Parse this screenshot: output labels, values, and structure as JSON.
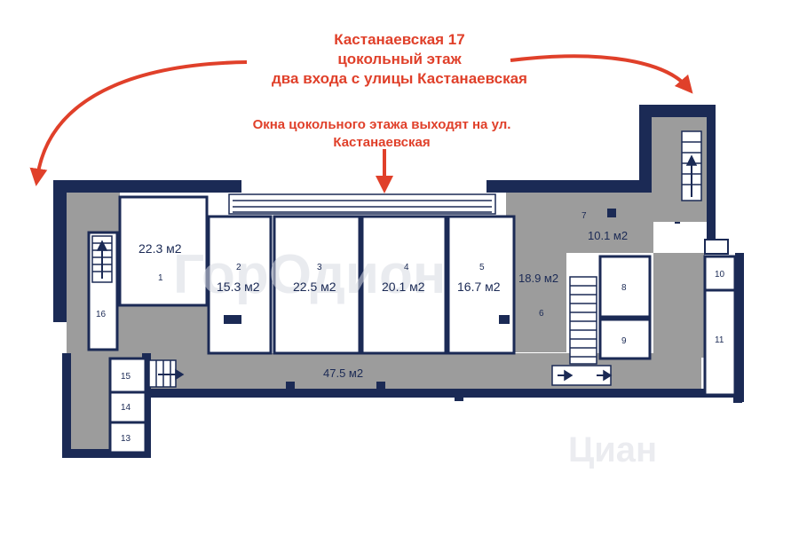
{
  "header": {
    "line1": "Кастанаевская 17",
    "line2": "цокольный этаж",
    "line3": "два входа с улицы Кастанаевская"
  },
  "windows_note": {
    "line1": "Окна цокольного этажа выходят на ул.",
    "line2": "Кастанаевская"
  },
  "rooms": {
    "r1": {
      "num": "1",
      "area": "22.3 м2"
    },
    "r2": {
      "num": "2",
      "area": "15.3 м2"
    },
    "r3": {
      "num": "3",
      "area": "22.5 м2"
    },
    "r4": {
      "num": "4",
      "area": "20.1 м2"
    },
    "r5": {
      "num": "5",
      "area": "16.7 м2"
    },
    "r6": {
      "num": "6",
      "area": "18.9 м2"
    },
    "r7": {
      "num": "7",
      "area": "10.1 м2"
    },
    "r8": {
      "num": "8"
    },
    "r9": {
      "num": "9"
    },
    "r10": {
      "num": "10"
    },
    "r11": {
      "num": "11"
    },
    "r13": {
      "num": "13"
    },
    "r14": {
      "num": "14"
    },
    "r15": {
      "num": "15"
    },
    "r16": {
      "num": "16"
    },
    "corridor": {
      "area": "47.5 м2"
    }
  },
  "watermarks": {
    "left": "ГорОдион",
    "right": "Циан"
  },
  "colors": {
    "wall": "#1b2a55",
    "floor": "#9c9c9c",
    "room": "#ffffff",
    "accent": "#e0402a"
  }
}
